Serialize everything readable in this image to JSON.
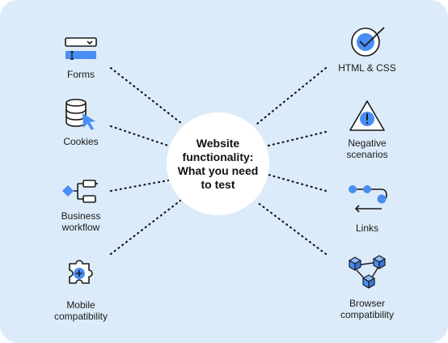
{
  "center": {
    "title": "Website\nfunctionality:\nWhat you need\nto test"
  },
  "left_items": [
    {
      "label": "Forms",
      "icon": "form-field-icon"
    },
    {
      "label": "Cookies",
      "icon": "database-cursor-icon"
    },
    {
      "label": "Business\nworkflow",
      "icon": "workflow-icon"
    },
    {
      "label": "Mobile\ncompatibility",
      "icon": "puzzle-plus-icon"
    }
  ],
  "right_items": [
    {
      "label": "HTML & CSS",
      "icon": "target-check-icon"
    },
    {
      "label": "Negative\nscenarios",
      "icon": "warning-triangle-icon"
    },
    {
      "label": "Links",
      "icon": "link-path-icon"
    },
    {
      "label": "Browser\ncompatibility",
      "icon": "connected-cubes-icon"
    }
  ],
  "colors": {
    "background": "#dcebf9",
    "accent": "#4a8df5",
    "stroke": "#1a1a1a"
  }
}
